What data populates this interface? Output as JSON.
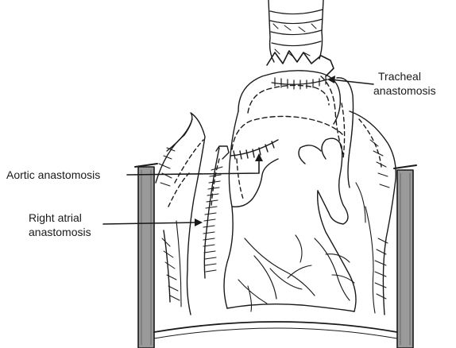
{
  "labels": {
    "tracheal": {
      "line1": "Tracheal",
      "line2": "anastomosis"
    },
    "aortic": "Aortic anastomosis",
    "right_atrial": {
      "line1": "Right atrial",
      "line2": "anastomosis"
    }
  },
  "colors": {
    "ink": "#1a1a1a",
    "paper": "#ffffff",
    "retractor_fill": "#9a9a9a"
  }
}
